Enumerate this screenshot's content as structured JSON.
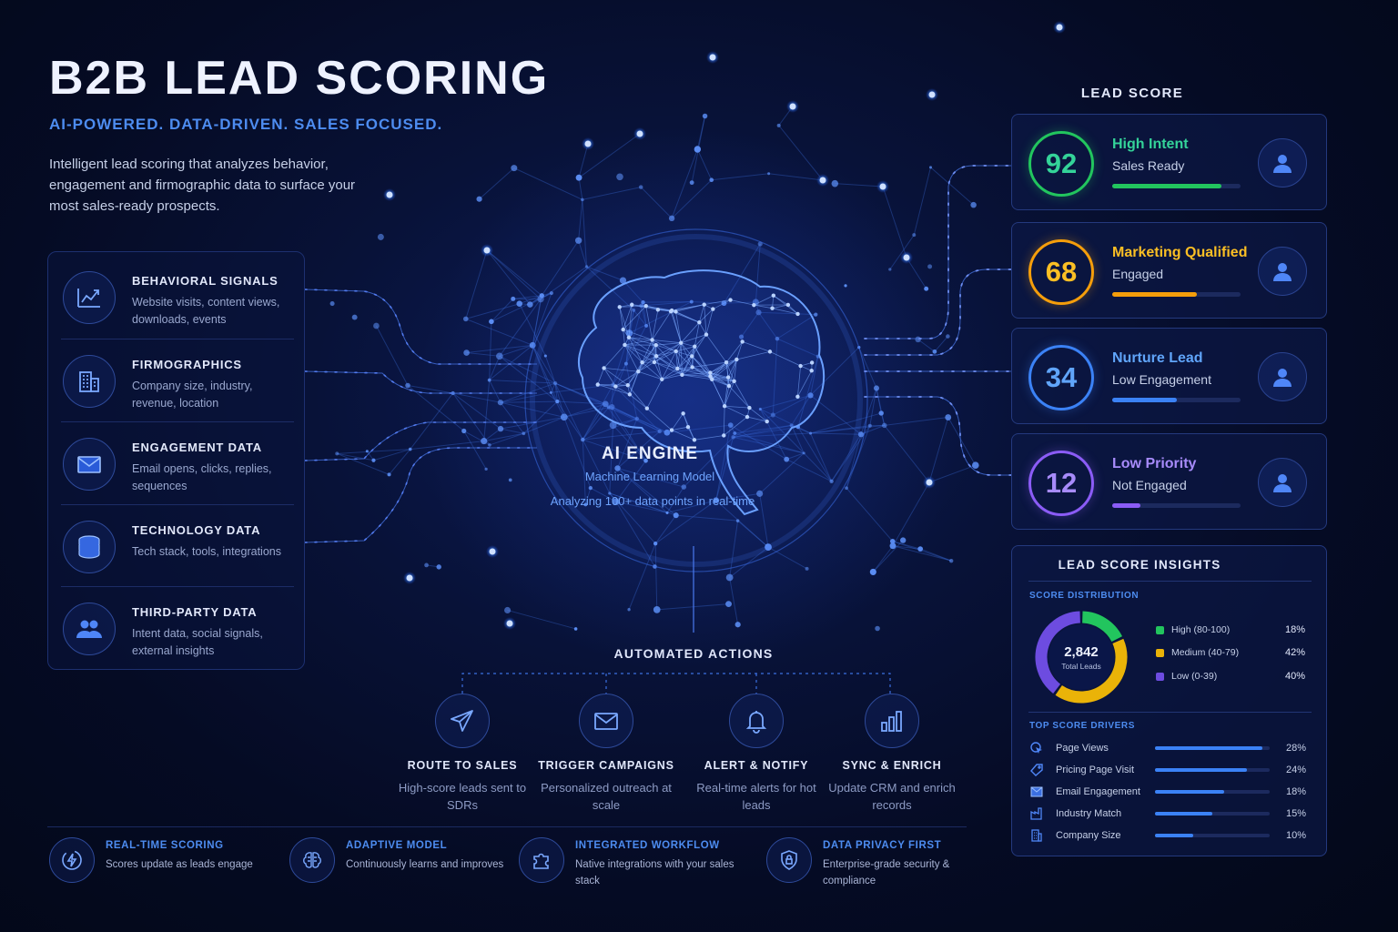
{
  "header": {
    "title": "B2B LEAD SCORING",
    "subtitle": "AI-POWERED. DATA-DRIVEN. SALES FOCUSED.",
    "description": "Intelligent lead scoring that analyzes behavior, engagement and firmographic data to surface your most sales-ready prospects."
  },
  "sources": [
    {
      "title": "BEHAVIORAL SIGNALS",
      "text": "Website visits, content views, downloads, events",
      "icon": "trend-chart-icon"
    },
    {
      "title": "FIRMOGRAPHICS",
      "text": "Company size, industry, revenue, location",
      "icon": "building-icon"
    },
    {
      "title": "ENGAGEMENT DATA",
      "text": "Email opens, clicks, replies, sequences",
      "icon": "envelope-icon"
    },
    {
      "title": "TECHNOLOGY DATA",
      "text": "Tech stack, tools, integrations",
      "icon": "database-icon"
    },
    {
      "title": "THIRD-PARTY DATA",
      "text": "Intent data, social signals, external insights",
      "icon": "users-icon"
    }
  ],
  "engine": {
    "title": "AI ENGINE",
    "subtitle": "Machine Learning Model",
    "note": "Analyzing 100+ data points in real-time"
  },
  "actions": {
    "title": "AUTOMATED ACTIONS",
    "items": [
      {
        "title": "ROUTE TO SALES",
        "text": "High-score leads sent to SDRs",
        "icon": "paper-plane-icon"
      },
      {
        "title": "TRIGGER CAMPAIGNS",
        "text": "Personalized outreach at scale",
        "icon": "envelope-icon"
      },
      {
        "title": "ALERT & NOTIFY",
        "text": "Real-time alerts for hot leads",
        "icon": "bell-icon"
      },
      {
        "title": "SYNC & ENRICH",
        "text": "Update CRM and enrich records",
        "icon": "bar-chart-icon"
      }
    ]
  },
  "features": [
    {
      "title": "REAL-TIME SCORING",
      "text": "Scores update as leads engage",
      "icon": "lightning-icon"
    },
    {
      "title": "ADAPTIVE MODEL",
      "text": "Continuously learns and improves",
      "icon": "brain-icon"
    },
    {
      "title": "INTEGRATED WORKFLOW",
      "text": "Native integrations with your sales stack",
      "icon": "puzzle-icon"
    },
    {
      "title": "DATA PRIVACY FIRST",
      "text": "Enterprise-grade security & compliance",
      "icon": "shield-lock-icon"
    }
  ],
  "lead_score": {
    "title": "LEAD SCORE",
    "cards": [
      {
        "score": "92",
        "level": "High Intent",
        "status": "Sales Ready",
        "fill": 0.85,
        "color": "#34d399",
        "ring": "#22c55e"
      },
      {
        "score": "68",
        "level": "Marketing Qualified",
        "status": "Engaged",
        "fill": 0.66,
        "color": "#fbbf24",
        "ring": "#f59e0b"
      },
      {
        "score": "34",
        "level": "Nurture Lead",
        "status": "Low Engagement",
        "fill": 0.5,
        "color": "#60a5fa",
        "ring": "#3b82f6"
      },
      {
        "score": "12",
        "level": "Low Priority",
        "status": "Not Engaged",
        "fill": 0.22,
        "color": "#a78bfa",
        "ring": "#8b5cf6"
      }
    ]
  },
  "insights": {
    "title": "LEAD SCORE INSIGHTS",
    "distribution_label": "SCORE DISTRIBUTION",
    "total": "2,842",
    "total_label": "Total Leads",
    "distribution": [
      {
        "label": "High (80-100)",
        "value": "18%",
        "share": 18,
        "color": "#22c55e"
      },
      {
        "label": "Medium (40-79)",
        "value": "42%",
        "share": 42,
        "color": "#eab308"
      },
      {
        "label": "Low (0-39)",
        "value": "40%",
        "share": 40,
        "color": "#6d4ce0"
      }
    ],
    "drivers_label": "TOP SCORE DRIVERS",
    "drivers": [
      {
        "label": "Page Views",
        "value": "28%",
        "share": 28,
        "icon": "cursor-icon"
      },
      {
        "label": "Pricing Page Visit",
        "value": "24%",
        "share": 24,
        "icon": "tag-icon"
      },
      {
        "label": "Email Engagement",
        "value": "18%",
        "share": 18,
        "icon": "envelope-icon"
      },
      {
        "label": "Industry Match",
        "value": "15%",
        "share": 15,
        "icon": "factory-icon"
      },
      {
        "label": "Company Size",
        "value": "10%",
        "share": 10,
        "icon": "building-icon"
      }
    ]
  },
  "colors": {
    "accent": "#4d8cf0",
    "background": "#050b24"
  }
}
